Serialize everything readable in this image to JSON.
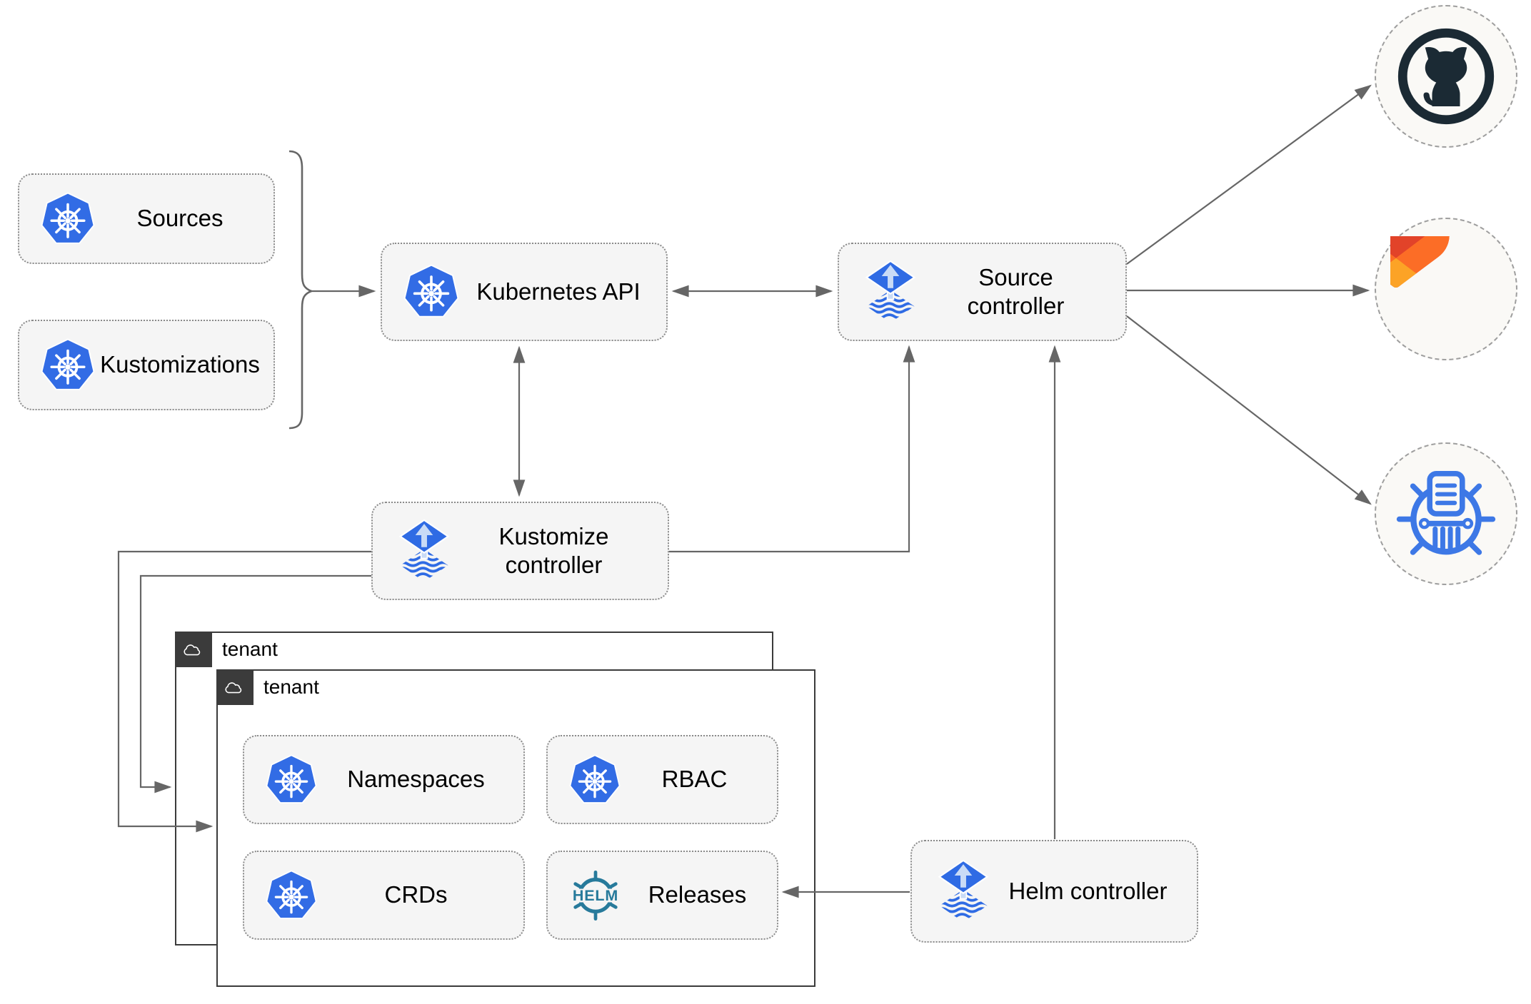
{
  "diagram": {
    "nodes": {
      "sources": {
        "label": "Sources",
        "icon": "kubernetes-icon"
      },
      "kustomizations": {
        "label": "Kustomizations",
        "icon": "kubernetes-icon"
      },
      "kubernetes_api": {
        "label": "Kubernetes API",
        "icon": "kubernetes-icon"
      },
      "source_controller": {
        "label": "Source controller",
        "icon": "flux-icon"
      },
      "kustomize_controller": {
        "label": "Kustomize controller",
        "icon": "flux-icon"
      },
      "helm_controller": {
        "label": "Helm controller",
        "icon": "flux-icon"
      },
      "tenant_outer": {
        "label": "tenant",
        "icon": "cloud-icon"
      },
      "tenant_inner": {
        "label": "tenant",
        "icon": "cloud-icon"
      },
      "namespaces": {
        "label": "Namespaces",
        "icon": "kubernetes-icon"
      },
      "rbac": {
        "label": "RBAC",
        "icon": "kubernetes-icon"
      },
      "crds": {
        "label": "CRDs",
        "icon": "kubernetes-icon"
      },
      "releases": {
        "label": "Releases",
        "icon": "helm-icon",
        "icon_text": "HELM"
      },
      "github": {
        "icon": "github-icon"
      },
      "gitlab": {
        "icon": "gitlab-icon"
      },
      "helm_repository": {
        "icon": "chartmuseum-icon"
      }
    },
    "connections": [
      {
        "from": "sources+kustomizations",
        "to": "kubernetes_api",
        "style": "arrow-with-brace"
      },
      {
        "from": "kubernetes_api",
        "to": "source_controller",
        "style": "bidirectional"
      },
      {
        "from": "kubernetes_api",
        "to": "kustomize_controller",
        "style": "bidirectional"
      },
      {
        "from": "kustomize_controller",
        "to": "source_controller",
        "style": "arrow"
      },
      {
        "from": "kustomize_controller",
        "to": "tenant_inner",
        "style": "arrow"
      },
      {
        "from": "kustomize_controller",
        "to": "tenant_outer",
        "style": "arrow"
      },
      {
        "from": "helm_controller",
        "to": "source_controller",
        "style": "arrow"
      },
      {
        "from": "helm_controller",
        "to": "releases",
        "style": "arrow"
      },
      {
        "from": "source_controller",
        "to": "github",
        "style": "arrow"
      },
      {
        "from": "source_controller",
        "to": "gitlab",
        "style": "arrow"
      },
      {
        "from": "source_controller",
        "to": "helm_repository",
        "style": "arrow"
      }
    ],
    "colors": {
      "kubernetes_blue": "#326CE5",
      "flux_blue": "#2F6BE4",
      "flux_light_blue": "#C9DBF6",
      "helm_teal": "#277A9B",
      "github_dark": "#1B2A34",
      "gitlab_red": "#E24329",
      "gitlab_orange": "#FC6D26",
      "gitlab_amber": "#FCA326",
      "chartmuseum_blue": "#3D78E6",
      "node_fill": "#F5F5F5",
      "node_border": "#8A8A8A",
      "tenant_border": "#3B3B3B",
      "connector_gray": "#666666",
      "circle_fill": "#FAF9F6"
    }
  }
}
